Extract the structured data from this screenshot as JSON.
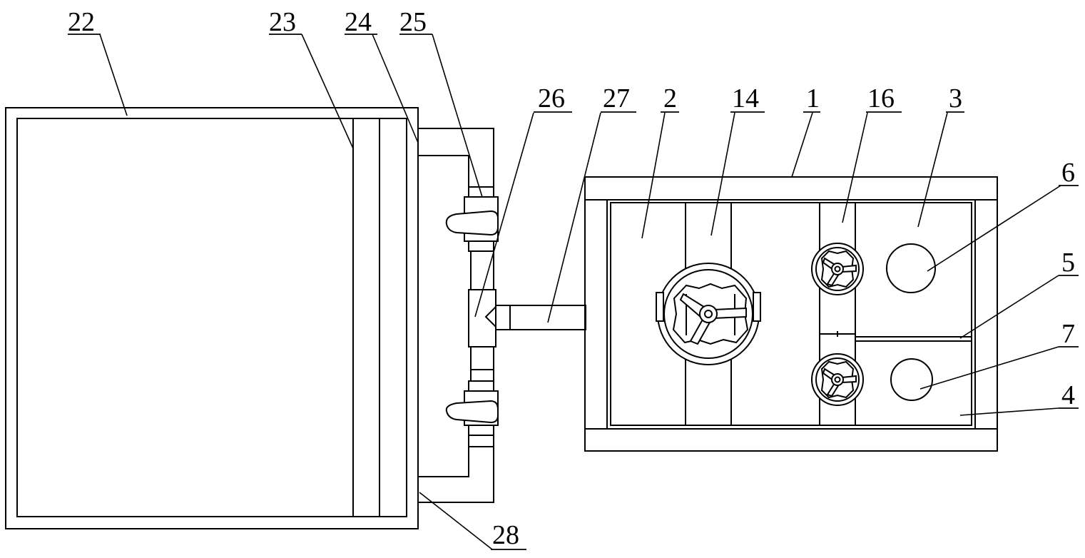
{
  "figure": {
    "labels": [
      "22",
      "23",
      "24",
      "25",
      "26",
      "27",
      "2",
      "14",
      "1",
      "16",
      "3",
      "6",
      "5",
      "7",
      "4",
      "28"
    ]
  }
}
